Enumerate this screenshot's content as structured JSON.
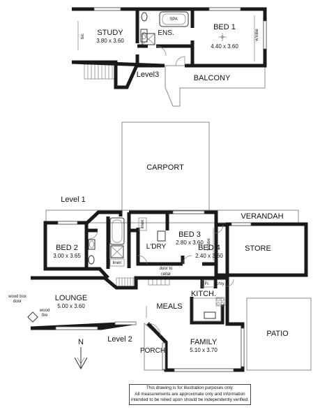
{
  "plan": {
    "level3": {
      "level_label": "Level3",
      "study": {
        "name": "STUDY",
        "dims": "3.80 x 3.60"
      },
      "bic": "bic",
      "ensuite": "ENS.",
      "spa": "SPA",
      "bed1": {
        "name": "BED 1",
        "dims": "4.40 x 3.60"
      },
      "wrobe": "w'robe",
      "balcony": "BALCONY"
    },
    "carport": "CARPORT",
    "level1": {
      "level_label": "Level 1",
      "verandah": "VERANDAH",
      "bed2": {
        "name": "BED 2",
        "dims": "3.00 x 3.65"
      },
      "linen_top": "linen",
      "linen_bottom": "linen",
      "laundry": "L'DRY",
      "bed3": {
        "name": "BED 3",
        "dims": "2.80 x 3.60"
      },
      "wrobe": "w'robe",
      "bed4": {
        "name": "BED 4",
        "dims": "2.40 x 3.60"
      },
      "store": "STORE"
    },
    "level2": {
      "level_label": "Level 2",
      "door_to_cellar": [
        "door to",
        "cellar"
      ],
      "fridge": "Fr.",
      "pantry": "p'try",
      "kitchen": "KITCH.",
      "wood_box_door": [
        "wood box",
        "door"
      ],
      "wood_fire": [
        "wood",
        "fire"
      ],
      "lounge": {
        "name": "LOUNGE",
        "dims": "5.00 x 3.60"
      },
      "meals": "MEALS",
      "family": {
        "name": "FAMILY",
        "dims": "5.10 x 3.70"
      },
      "porch": "PORCH",
      "patio": "PATIO"
    },
    "north_label": "N",
    "disclaimer": [
      "This drawing is for illustration purposes only.",
      "All measurements are approximate only and information",
      "intended to be relied upon should be independently verified."
    ]
  }
}
